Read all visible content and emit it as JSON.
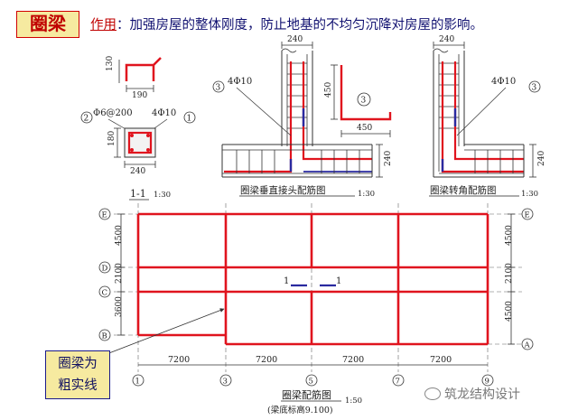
{
  "header": {
    "title": "圈梁",
    "purpose_label": "作用",
    "purpose_text": "：加强房屋的整体刚度，防止地基的不均匀沉降对房屋的影响。"
  },
  "section_1_1": {
    "dim_130": "130",
    "dim_190": "190",
    "stirrup": "Φ6@200",
    "main_bars": "4Φ10",
    "dim_180": "180",
    "dim_240": "240",
    "marker_1": "1",
    "marker_2": "2",
    "title": "1-1",
    "scale": "1:30"
  },
  "detail_vertical_joint": {
    "dim_top": "240",
    "bars": "4Φ10",
    "marker_3a": "3",
    "marker_3b": "3",
    "dim_450_v": "450",
    "dim_450_h": "450",
    "dim_240_side": "240",
    "title": "圈梁垂直接头配筋图",
    "scale": "1:30"
  },
  "detail_corner": {
    "dim_top": "240",
    "bars": "4Φ10",
    "marker_3": "3",
    "dim_240_side": "240",
    "title": "圈梁转角配筋图",
    "scale": "1:30"
  },
  "plan": {
    "grid_left": [
      "E",
      "D",
      "C",
      "B"
    ],
    "grid_right": [
      "E",
      "A"
    ],
    "left_dims": [
      "4500",
      "2100",
      "3600"
    ],
    "right_dims": [
      "4500",
      "2100",
      "4500"
    ],
    "bottom_dims": [
      "7200",
      "7200",
      "7200",
      "7200"
    ],
    "axis_numbers": [
      "1",
      "3",
      "5",
      "7",
      "9"
    ],
    "section_mark_left": "1",
    "section_mark_right": "1",
    "title": "圈梁配筋图",
    "scale": "1:50",
    "subtitle": "(梁底标高9.100)"
  },
  "callout": {
    "line1": "圈梁为",
    "line2": "粗实线"
  },
  "watermark": {
    "text": "筑龙结构设计"
  },
  "colors": {
    "beam": "#e0141e",
    "rebar_blue": "#2a2aa0",
    "line": "#333333",
    "title_box_bg": "#f6eaa0",
    "title_red": "#c00000"
  }
}
